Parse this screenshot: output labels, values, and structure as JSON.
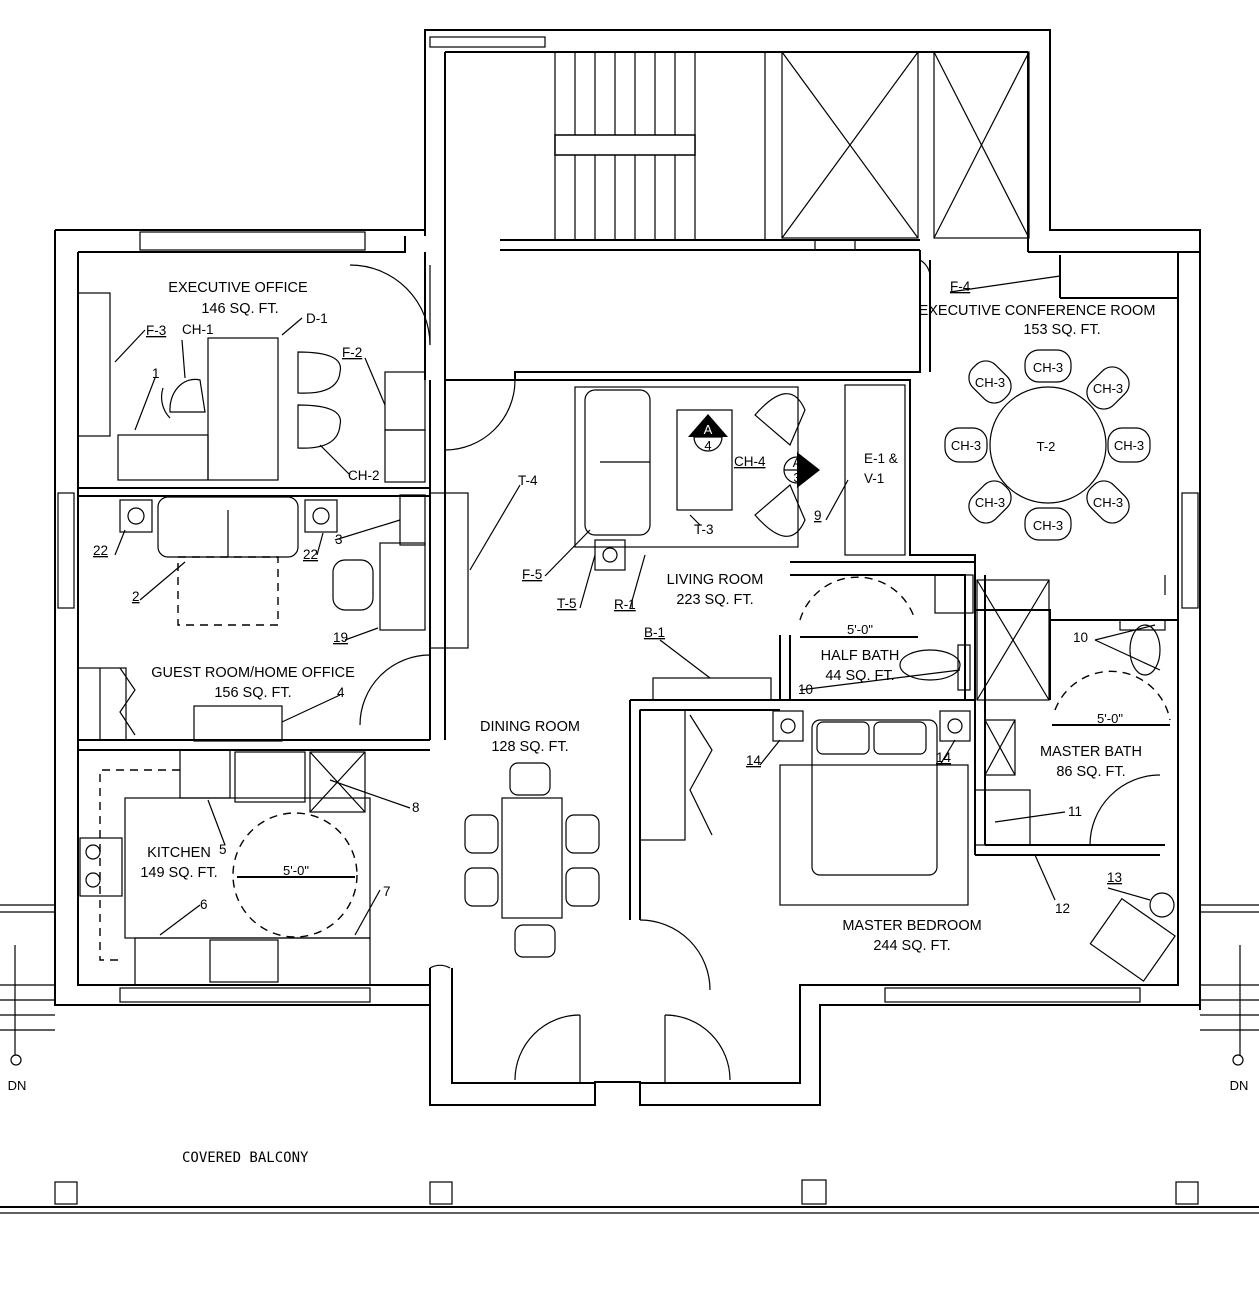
{
  "rooms": {
    "executive_office": {
      "name": "EXECUTIVE OFFICE",
      "area": "146 SQ. FT."
    },
    "executive_conference": {
      "name": "EXECUTIVE CONFERENCE ROOM",
      "area": "153 SQ. FT."
    },
    "guest_room": {
      "name": "GUEST ROOM/HOME OFFICE",
      "area": "156 SQ. FT."
    },
    "living_room": {
      "name": "LIVING ROOM",
      "area": "223 SQ. FT."
    },
    "half_bath": {
      "name": "HALF BATH",
      "area": "44 SQ. FT."
    },
    "master_bath": {
      "name": "MASTER BATH",
      "area": "86 SQ. FT."
    },
    "dining_room": {
      "name": "DINING ROOM",
      "area": "128 SQ. FT."
    },
    "kitchen": {
      "name": "KITCHEN",
      "area": "149 SQ. FT."
    },
    "master_bedroom": {
      "name": "MASTER BEDROOM",
      "area": "244 SQ. FT."
    }
  },
  "tags": {
    "f3": "F-3",
    "ch1": "CH-1",
    "d1": "D-1",
    "f2": "F-2",
    "n1": "1",
    "ch2": "CH-2",
    "f4": "F-4",
    "ch3": "CH-3",
    "t2": "T-2",
    "t4": "T-4",
    "t3": "T-3",
    "ch4": "CH-4",
    "a": "A",
    "n4": "4",
    "n3": "3",
    "e1": "E-1 &",
    "v1": "V-1",
    "n9": "9",
    "f5": "F-5",
    "t5": "T-5",
    "r1": "R-1",
    "b1": "B-1",
    "n22a": "22",
    "n22b": "22",
    "n3b": "3",
    "n2": "2",
    "n19": "19",
    "n4b": "4",
    "n10a": "10",
    "n10b": "10",
    "n5": "5",
    "n8": "8",
    "n6": "6",
    "n7": "7",
    "n14a": "14",
    "n14b": "14",
    "n11": "11",
    "n12": "12",
    "n13": "13"
  },
  "dimensions": {
    "half_bath": "5'-0\"",
    "master_bath": "5'-0\"",
    "kitchen": "5'-0\""
  },
  "balcony": "COVERED  BALCONY",
  "stairs": {
    "left": "DN",
    "right": "DN"
  }
}
